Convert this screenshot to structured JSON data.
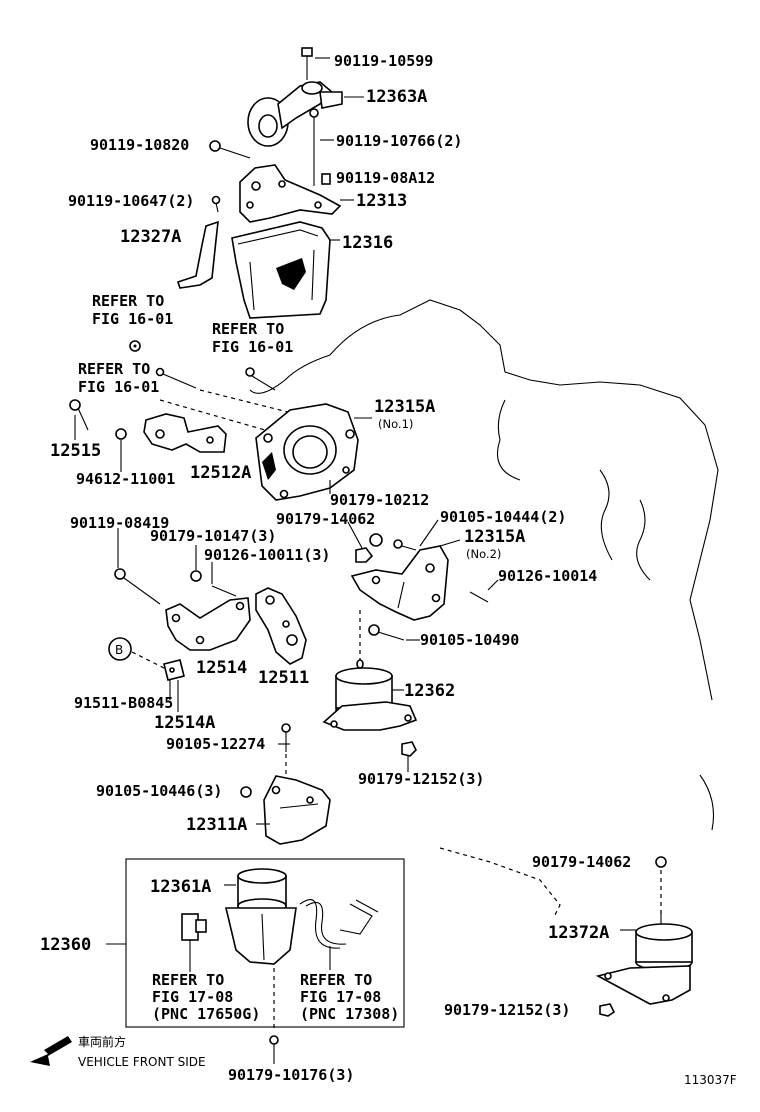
{
  "labels": {
    "p90119_10599": "90119-10599",
    "p12363A": "12363A",
    "p90119_10820": "90119-10820",
    "p90119_10766": "90119-10766(2)",
    "p90119_08A12": "90119-08A12",
    "p90119_10647": "90119-10647(2)",
    "p12313": "12313",
    "p12327A": "12327A",
    "p12316": "12316",
    "refer1a": "REFER TO",
    "refer1b": "FIG 16-01",
    "refer2a": "REFER TO",
    "refer2b": "FIG 16-01",
    "refer3a": "REFER TO",
    "refer3b": "FIG 16-01",
    "p12315A_1": "12315A",
    "p12315A_1sub": "(No.1)",
    "p12515": "12515",
    "p94612": "94612-11001",
    "p12512A": "12512A",
    "p90179_10212": "90179-10212",
    "p90179_14062a": "90179-14062",
    "p90105_10444": "90105-10444(2)",
    "p90119_08419": "90119-08419",
    "p90179_10147": "90179-10147(3)",
    "p12315A_2": "12315A",
    "p12315A_2sub": "(No.2)",
    "p90126_10011": "90126-10011(3)",
    "p90126_10014": "90126-10014",
    "p90105_10490": "90105-10490",
    "circleB": "B",
    "p12514": "12514",
    "p12511": "12511",
    "p91511": "91511-B0845",
    "p12362": "12362",
    "p12514A": "12514A",
    "p90105_12274": "90105-12274",
    "p90179_12152a": "90179-12152(3)",
    "p90105_10446": "90105-10446(3)",
    "p12311A": "12311A",
    "p90179_14062b": "90179-14062",
    "p12361A": "12361A",
    "p12372A": "12372A",
    "p12360": "12360",
    "refer4a": "REFER TO",
    "refer4b": "FIG 17-08",
    "refer4c": "(PNC 17650G)",
    "refer5a": "REFER TO",
    "refer5b": "FIG 17-08",
    "refer5c": "(PNC 17308)",
    "p90179_12152b": "90179-12152(3)",
    "front_jp": "車両前方",
    "front_en": "VEHICLE FRONT SIDE",
    "p90179_10176": "90179-10176(3)",
    "fig_id": "113037F"
  }
}
